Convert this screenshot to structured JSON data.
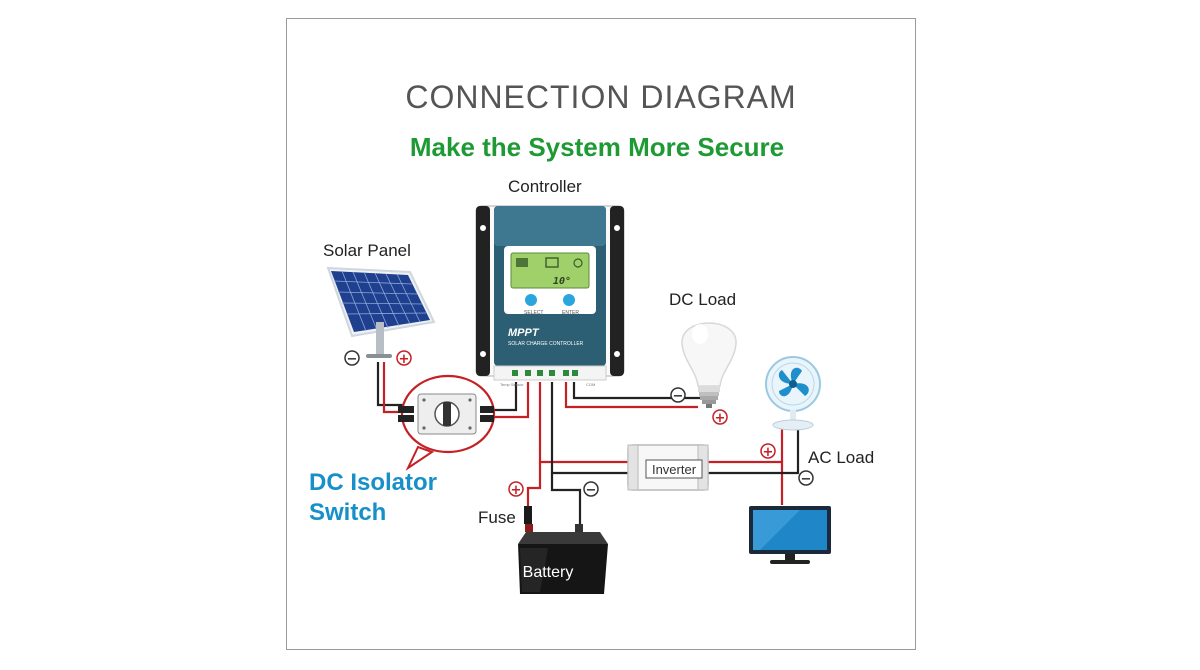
{
  "title": "CONNECTION DIAGRAM",
  "subtitle": "Make the System More Secure",
  "labels": {
    "controller": "Controller",
    "solar_panel": "Solar Panel",
    "dc_load": "DC Load",
    "ac_load": "AC Load",
    "inverter": "Inverter",
    "fuse": "Fuse",
    "battery": "Battery",
    "isolator_line1": "DC Isolator",
    "isolator_line2": "Switch"
  },
  "controller": {
    "brand": "MPPT",
    "model_text": "SOLAR CHARGE CONTROLLER",
    "display_value": "10°",
    "button_left": "SELECT",
    "button_right": "ENTER",
    "port_label_left": "Temp Sensor",
    "port_label_right": "COM"
  },
  "symbols": {
    "plus": "+",
    "minus": "−"
  },
  "colors": {
    "title": "#555555",
    "subtitle": "#1e9a35",
    "isolator_label": "#1790c9",
    "wire_positive": "#c42026",
    "wire_negative": "#222222",
    "controller_body": "#2d5f74",
    "lcd": "#9fd06a"
  },
  "icons": [
    "solar-panel-icon",
    "charge-controller-icon",
    "light-bulb-icon",
    "fan-icon",
    "monitor-icon",
    "battery-icon",
    "inverter-icon",
    "isolator-switch-icon",
    "fuse-icon"
  ]
}
